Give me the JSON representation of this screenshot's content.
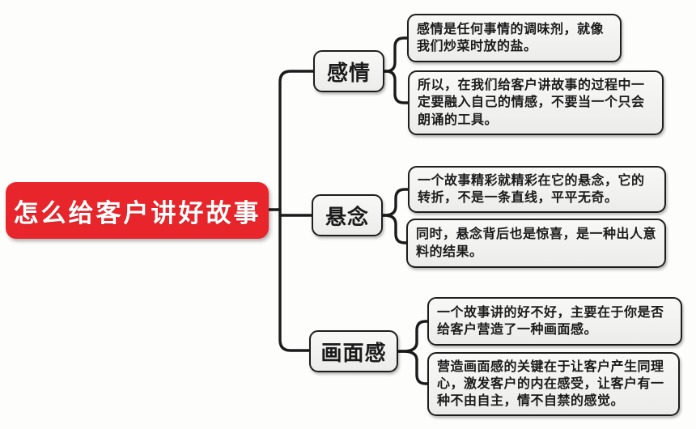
{
  "colors": {
    "root_bg": "#e8252b",
    "root_text": "#ffffff",
    "node_border": "#1e1e1e",
    "node_bg": "#f2f2f0",
    "line": "#1b1b1b",
    "background": "#fdfdfc"
  },
  "root": {
    "label": "怎么给客户讲好故事"
  },
  "branches": [
    {
      "label": "感情",
      "children": [
        "感情是任何事情的调味剂，就像我们炒菜时放的盐。",
        " 所以，在我们给客户讲故事的过程中一定要融入自己的情感，不要当一个只会朗诵的工具。"
      ]
    },
    {
      "label": "悬念",
      "children": [
        " 一个故事精彩就精彩在它的悬念，它的转折，不是一条直线，平平无奇。",
        " 同时，悬念背后也是惊喜，是一种出人意料的结果。"
      ]
    },
    {
      "label": "画面感",
      "children": [
        " 一个故事讲的好不好，主要在于你是否给客户营造了一种画面感。",
        " 营造画面感的关键在于让客户产生同理心，激发客户的内在感受，让客户有一种不由自主，情不自禁的感觉。"
      ]
    }
  ]
}
